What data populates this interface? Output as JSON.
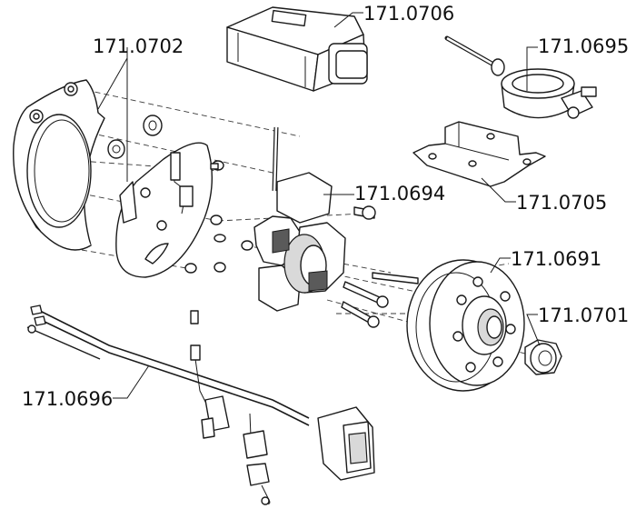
{
  "labels": {
    "ecu": "171.0706",
    "base_plate": "171.0702",
    "coil": "171.0695",
    "bracket": "171.0705",
    "stator": "171.0694",
    "flywheel": "171.0691",
    "nut": "171.0701",
    "harness": "171.0696"
  }
}
